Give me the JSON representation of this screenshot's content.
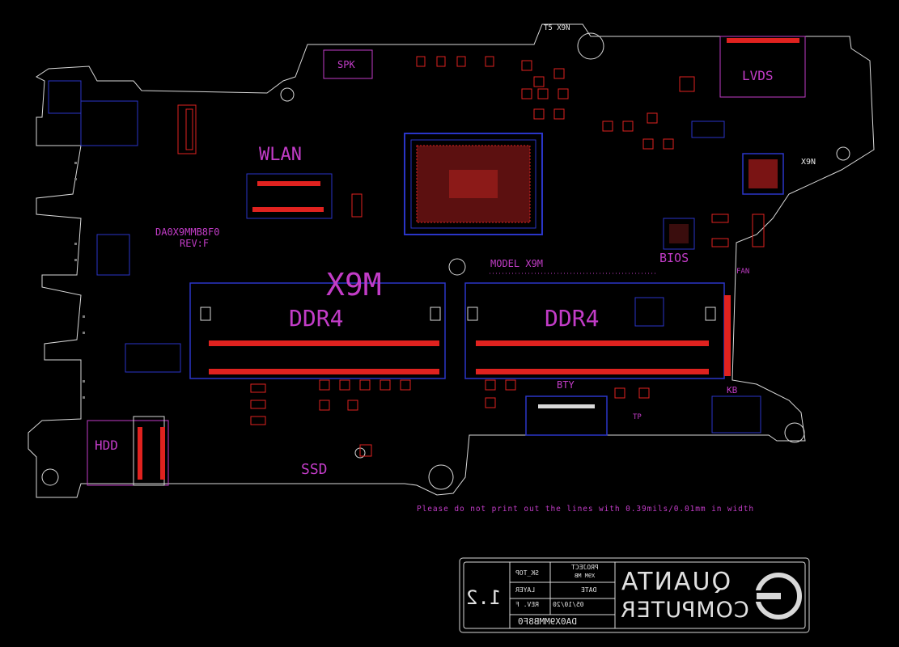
{
  "board": {
    "topref": "T5 X9N",
    "labels": {
      "spk": "SPK",
      "lvds": "LVDS",
      "wlan": "WLAN",
      "board_id": "DA0X9MMB8F0",
      "rev": "REV:F",
      "model_big": "X9M",
      "model_line": "MODEL X9M",
      "bios": "BIOS",
      "fan": "FAN",
      "ddr_left": "DDR4",
      "ddr_right": "DDR4",
      "bty": "BTY",
      "kb": "KB",
      "tp": "TP",
      "hdd": "HDD",
      "ssd": "SSD",
      "x9n": "X9N",
      "warning": "Please do not print out the lines with 0.39mils/0.01mm in width"
    }
  },
  "title_block": {
    "company_line1": "QUANTA",
    "company_line2": "COMPUTER",
    "project_label": "PROJECT",
    "project_value": "X9M MB",
    "date_label": "DATE",
    "date_value": "05/10/20",
    "sheet_label": "SK_TOP",
    "layer_label": "LAYER",
    "rev_label": "REV. F",
    "part_number": "DA0X9MMB8F0",
    "version": "1.2"
  },
  "colors": {
    "background": "#000000",
    "outline": "#d8d8d8",
    "pad_red": "#e0221f",
    "trace_blue": "#2a35c8",
    "label_magenta": "#c23cc7"
  }
}
